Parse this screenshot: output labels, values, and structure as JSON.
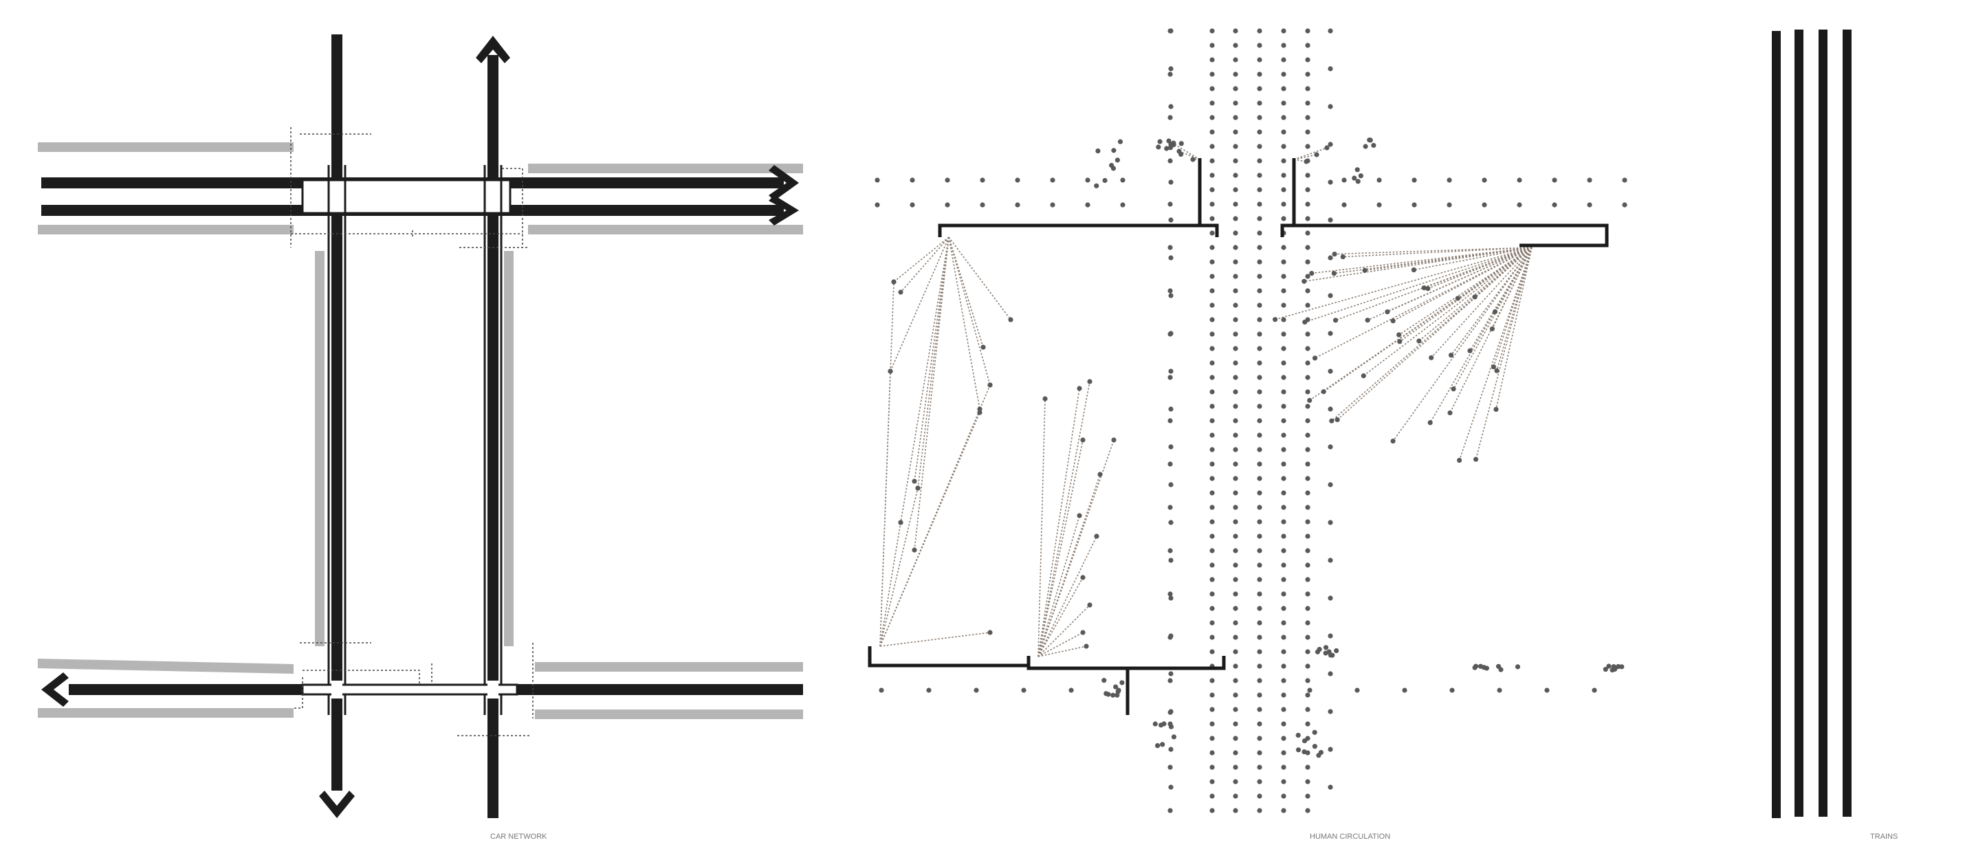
{
  "panels": {
    "car_network": {
      "caption": "CAR NETWORK"
    },
    "human_circulation": {
      "caption": "HUMAN CIRCULATION"
    },
    "trains": {
      "caption": "TRAINS"
    }
  },
  "colors": {
    "road": "#1c1c1c",
    "sidewalk": "#b5b5b6",
    "pedestrian_dot": "#595959",
    "path_line": "#8a7d72",
    "building": "#1a1a1a",
    "caption": "#777777"
  }
}
